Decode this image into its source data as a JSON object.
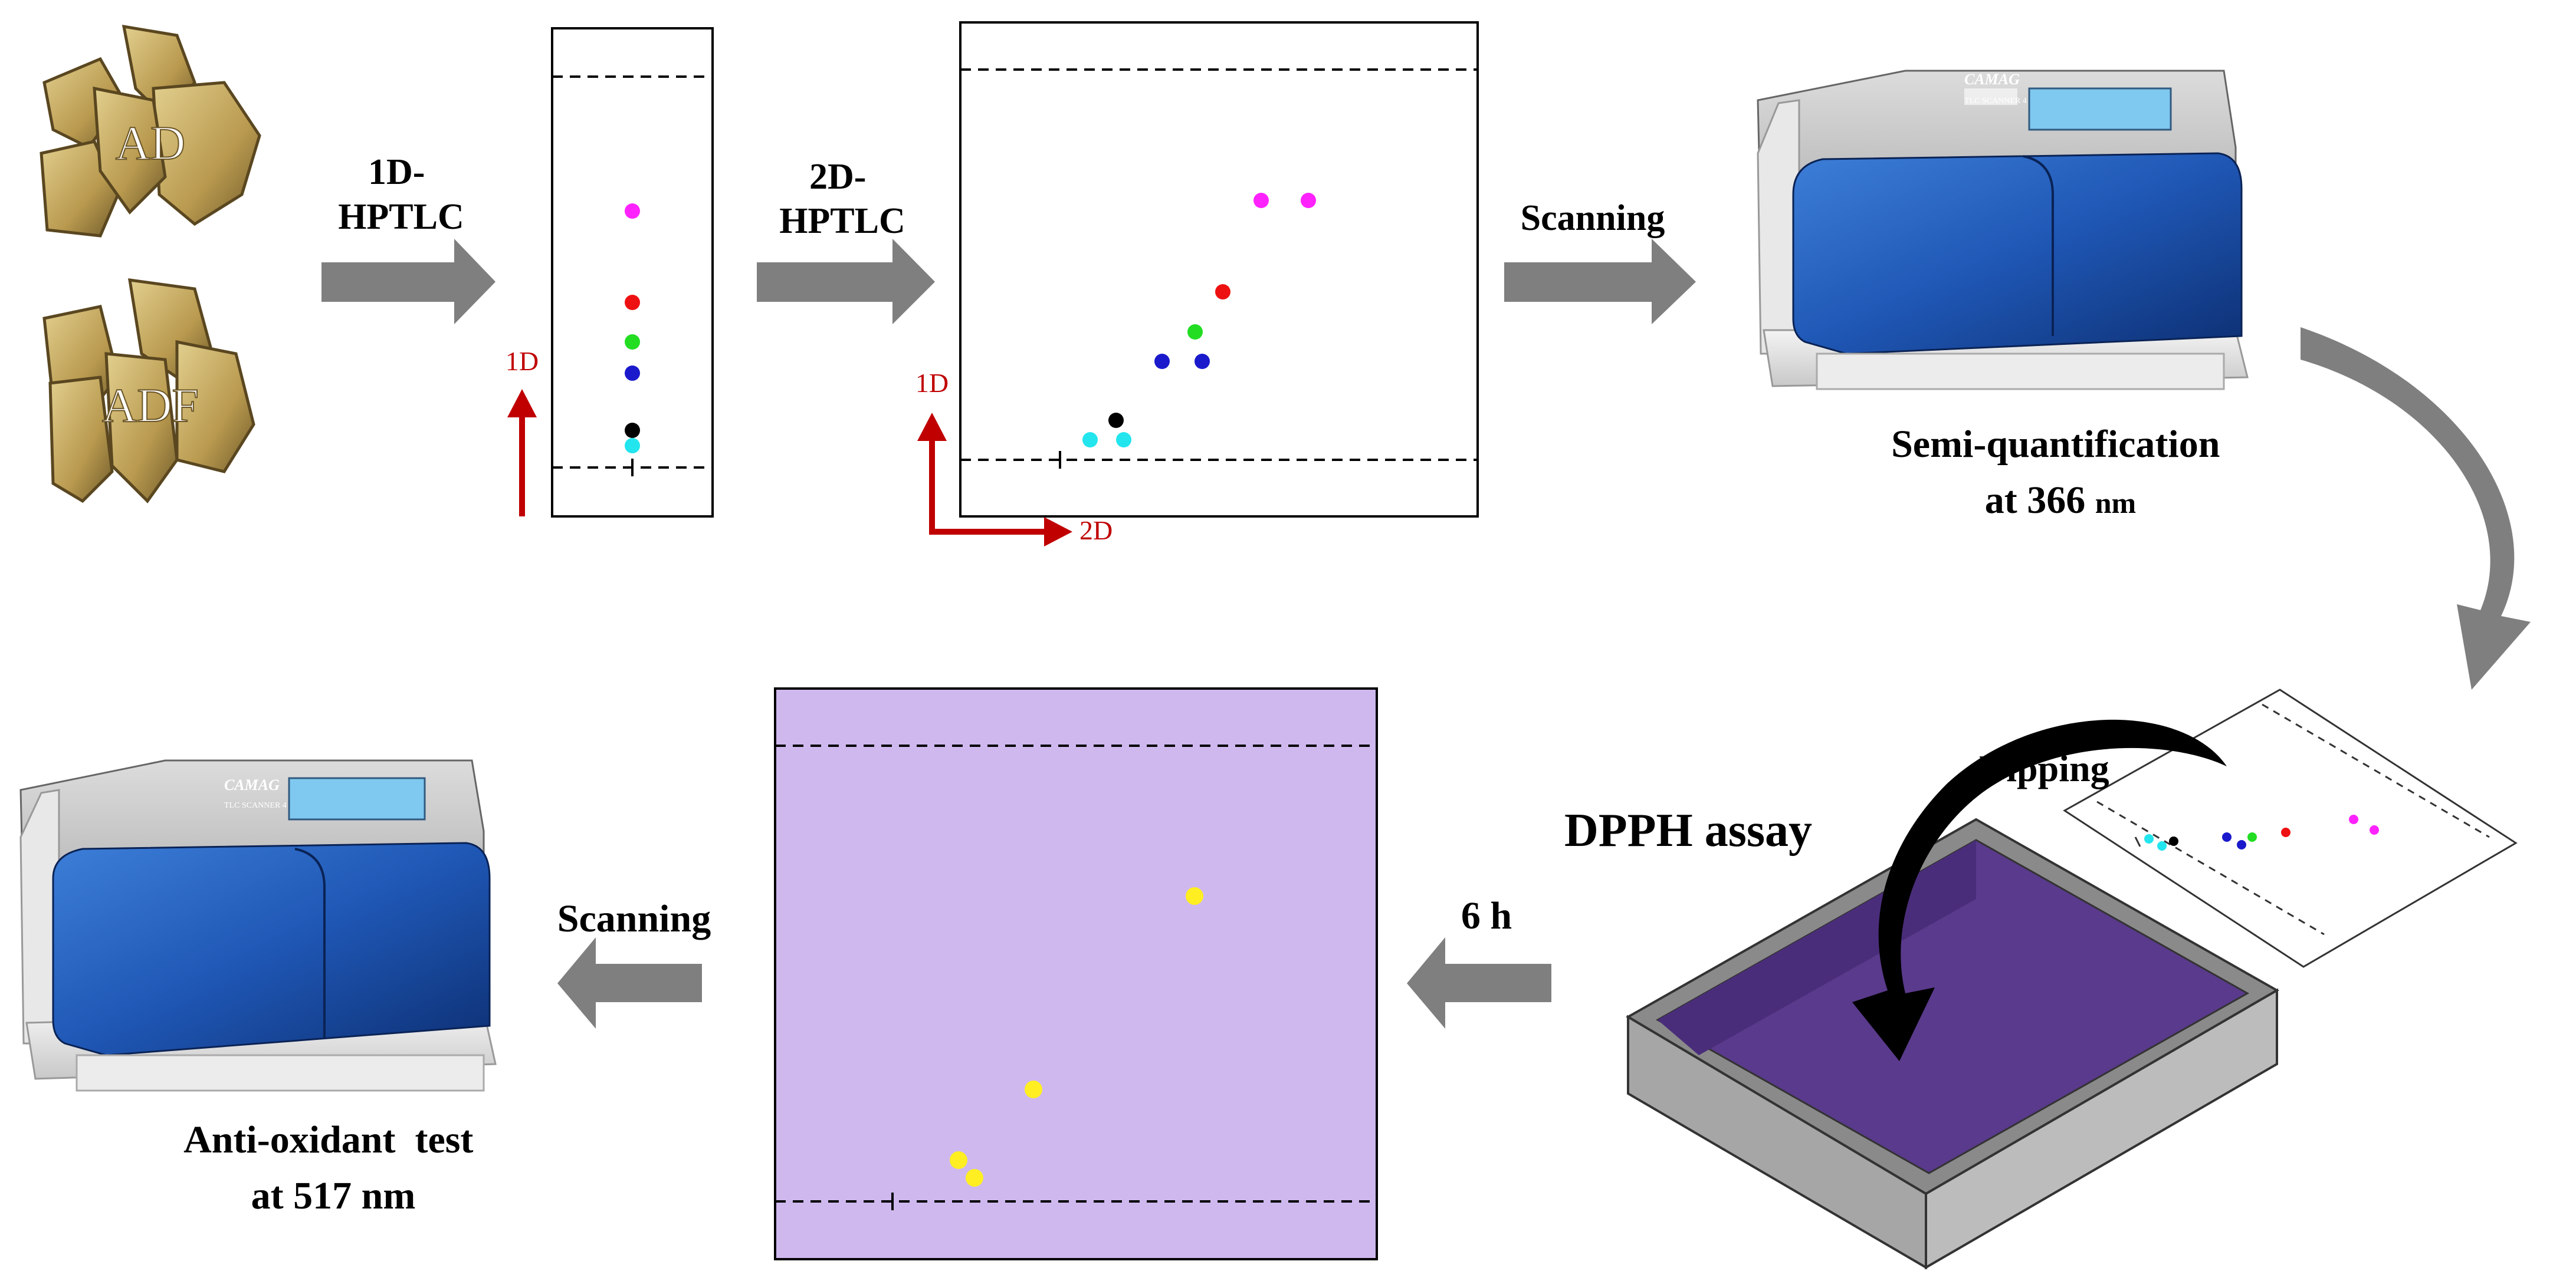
{
  "samples": [
    {
      "label": "AD"
    },
    {
      "label": "ADF"
    }
  ],
  "steps": {
    "hptlc_1d": [
      "1D-",
      "HPTLC"
    ],
    "hptlc_2d": [
      "2D-",
      "HPTLC"
    ],
    "scanning_top": "Scanning",
    "semi_quant": [
      "Semi-quantification",
      "at 366 ",
      "nm"
    ],
    "dipping": "Dipping",
    "dpph": "DPPH assay",
    "incubation": "6 h",
    "scanning_bottom": "Scanning",
    "antioxidant": [
      "Anti-oxidant  test",
      "at 517 nm"
    ]
  },
  "axes": {
    "plate1_direction": "1D",
    "plate2_dir_vertical": "1D",
    "plate2_dir_horizontal": "2D"
  },
  "scanner": {
    "brand": "CAMAG",
    "model": "TLC SCANNER 4"
  },
  "colors": {
    "magenta": "#ff22ff",
    "red": "#ee1111",
    "green": "#22dd22",
    "blue": "#1a1acc",
    "black": "#000000",
    "cyan": "#22e5ee",
    "yellow": "#ffee22",
    "direction_red": "#c00000",
    "arrow_gray": "#7f7f7f",
    "dpph_plate": "#cfb8ee",
    "dpph_liquid": "#5a3a8c"
  }
}
